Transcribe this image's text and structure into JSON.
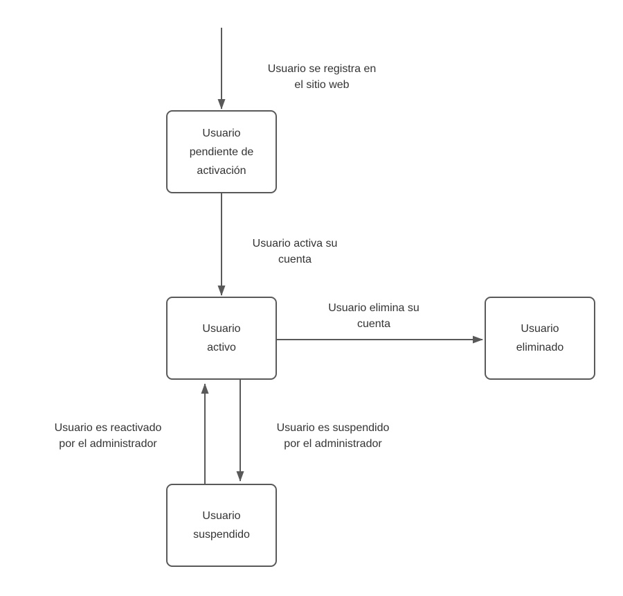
{
  "diagram": {
    "type": "state-diagram",
    "language": "es",
    "colors": {
      "background": "#ffffff",
      "node_fill": "#ffffff",
      "node_border": "#595959",
      "arrow_stroke": "#595959",
      "text": "#333333"
    },
    "nodes": [
      {
        "id": "pendiente",
        "label": "Usuario\npendiente de\nactivación"
      },
      {
        "id": "activo",
        "label": "Usuario\nactivo"
      },
      {
        "id": "eliminado",
        "label": "Usuario\neliminado"
      },
      {
        "id": "suspendido",
        "label": "Usuario\nsuspendido"
      }
    ],
    "edges": [
      {
        "from": "start",
        "to": "pendiente",
        "label": "Usuario se registra en\nel sitio web"
      },
      {
        "from": "pendiente",
        "to": "activo",
        "label": "Usuario activa su\ncuenta"
      },
      {
        "from": "activo",
        "to": "eliminado",
        "label": "Usuario elimina su\ncuenta"
      },
      {
        "from": "suspendido",
        "to": "activo",
        "label": "Usuario es reactivado\npor el administrador"
      },
      {
        "from": "activo",
        "to": "suspendido",
        "label": "Usuario es suspendido\npor el administrador"
      }
    ]
  }
}
